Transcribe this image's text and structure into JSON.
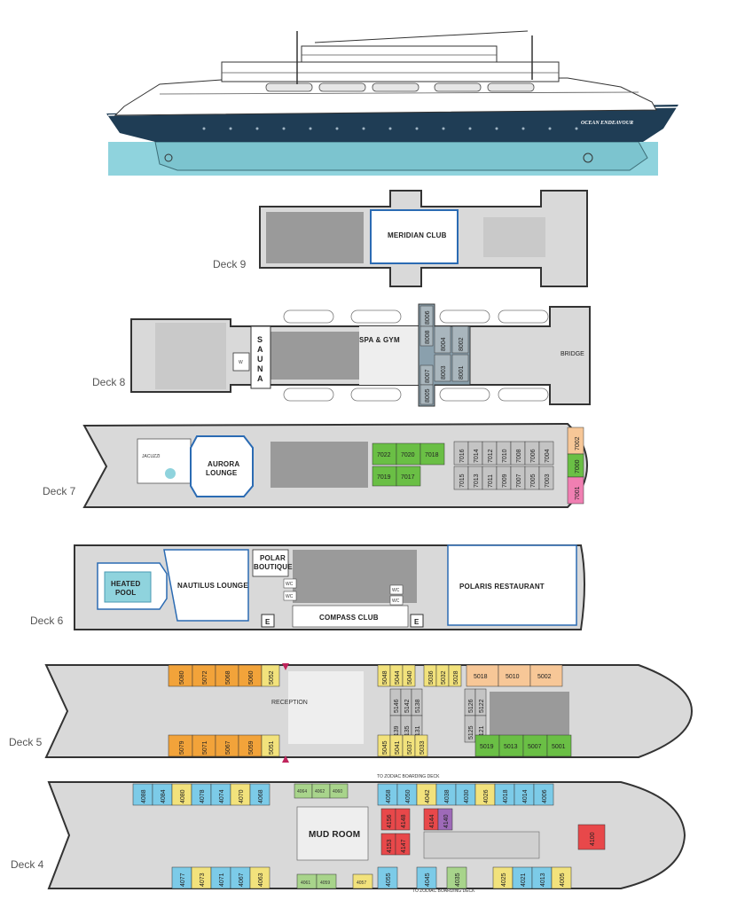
{
  "ship": {
    "name": "OCEAN ENDEAVOUR"
  },
  "colors": {
    "hull": "#1f3d55",
    "water": "#8fd3dd",
    "deck_gray": "#d9d9d9",
    "cabin_green": "#6abf45",
    "cabin_gray": "#c4c4c4",
    "cabin_orange": "#f2a33a",
    "cabin_peach": "#f7c797",
    "cabin_yellow": "#f2e27c",
    "cabin_blue": "#7ccbe8",
    "cabin_red": "#e8484a",
    "cabin_purple": "#9e6ab8",
    "cabin_pink": "#f07fb2",
    "border_blue": "#2b6bb3"
  },
  "decks": {
    "deck9": {
      "label": "Deck 9",
      "rooms": {
        "meridian_club": "MERIDIAN CLUB"
      }
    },
    "deck8": {
      "label": "Deck 8",
      "rooms": {
        "sauna": [
          "S",
          "A",
          "U",
          "N",
          "A"
        ],
        "spa_gym": "SPA & GYM",
        "bridge": "BRIDGE",
        "wc": "W"
      },
      "cabins": [
        "8006",
        "8008",
        "8004",
        "8002",
        "8003",
        "8001",
        "8007",
        "8005"
      ]
    },
    "deck7": {
      "label": "Deck 7",
      "rooms": {
        "jacuzzi": "JACUZZI",
        "aurora_lounge_1": "AURORA",
        "aurora_lounge_2": "LOUNGE"
      },
      "cabins_green": [
        "7022",
        "7020",
        "7018",
        "7019",
        "7017"
      ],
      "cabins_gray_top": [
        "7016",
        "7014",
        "7012",
        "7010",
        "7008",
        "7006",
        "7004"
      ],
      "cabins_gray_bottom": [
        "7015",
        "7013",
        "7011",
        "7009",
        "7007",
        "7005",
        "7003"
      ],
      "cabins_bow": [
        "7002",
        "7000",
        "7001"
      ]
    },
    "deck6": {
      "label": "Deck 6",
      "rooms": {
        "heated_1": "HEATED",
        "heated_2": "POOL",
        "nautilus_lounge": "NAUTILUS LOUNGE",
        "polar_1": "POLAR",
        "polar_2": "BOUTIQUE",
        "compass_club": "COMPASS CLUB",
        "polaris_restaurant": "POLARIS RESTAURANT",
        "wc": "WC",
        "elevator": "E"
      }
    },
    "deck5": {
      "label": "Deck 5",
      "rooms": {
        "reception": "RECEPTION"
      },
      "cabins_top_orange": [
        "5080",
        "5072",
        "5068",
        "5060",
        "5052"
      ],
      "cabins_top_yellow": [
        "5048",
        "5044",
        "5040",
        "5036",
        "5032",
        "5028"
      ],
      "cabins_top_peach": [
        "5018",
        "5010",
        "5002"
      ],
      "cabins_mid_top": [
        "5146",
        "5142",
        "5138",
        "5126",
        "5122"
      ],
      "cabins_mid_bottom": [
        "5139",
        "5135",
        "5131",
        "5125",
        "5121"
      ],
      "cabins_bottom_orange": [
        "5079",
        "5071",
        "5067",
        "5059",
        "5051"
      ],
      "cabins_bottom_yellow": [
        "5045",
        "5041",
        "5037",
        "5033"
      ],
      "cabins_bottom_green": [
        "5019",
        "5013",
        "5007",
        "5001"
      ]
    },
    "deck4": {
      "label": "Deck 4",
      "rooms": {
        "mud_room": "MUD ROOM",
        "zodiac_top": "TO ZODIAC BOARDING DECK",
        "zodiac_bottom": "TO ZODIAC BOARDING DECK"
      },
      "cabins_top": [
        "4088",
        "4084",
        "4080",
        "4078",
        "4074",
        "4070",
        "4068",
        "4058",
        "4050",
        "4042",
        "4038",
        "4030",
        "4026",
        "4018",
        "4014",
        "4006"
      ],
      "cabins_top_center": [
        "4064",
        "4062",
        "4060"
      ],
      "cabins_mid_top": [
        "4156",
        "4148",
        "4144",
        "4140"
      ],
      "cabins_mid_bottom": [
        "4153",
        "4147"
      ],
      "cabins_bottom": [
        "4077",
        "4073",
        "4071",
        "4067",
        "4063",
        "4055",
        "4045",
        "4035",
        "4025",
        "4021",
        "4013",
        "4005"
      ],
      "cabins_bottom_center": [
        "4061",
        "4059",
        "4057"
      ],
      "cabin_bow": "4100"
    }
  }
}
